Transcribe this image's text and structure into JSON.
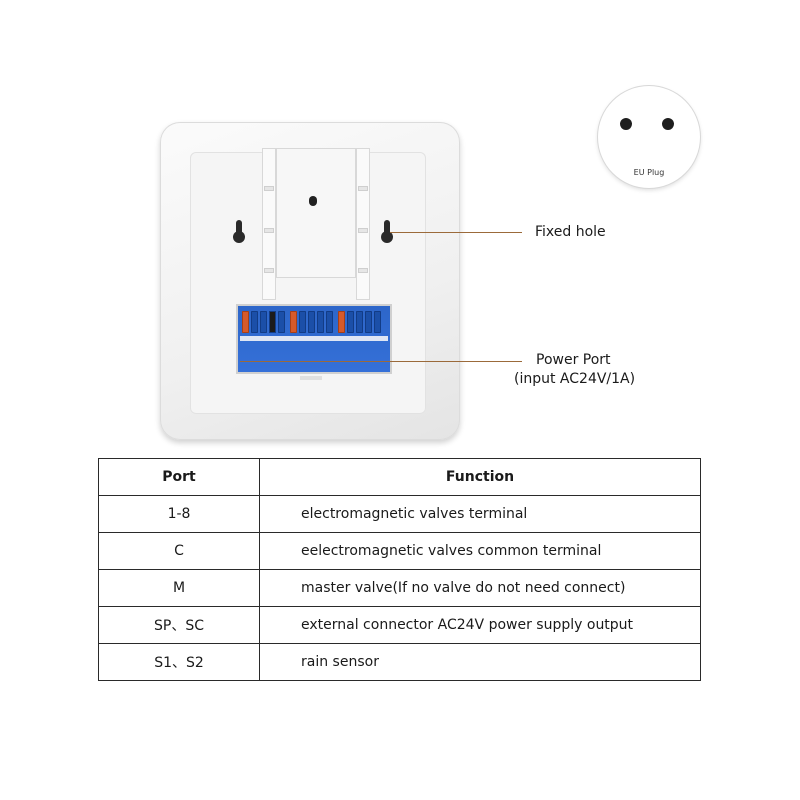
{
  "callouts": {
    "fixed_hole": "Fixed hole",
    "power_port_line1": "Power Port",
    "power_port_line2": "(input AC24V/1A)"
  },
  "plug": {
    "label": "EU Plug"
  },
  "table": {
    "headers": [
      "Port",
      "Function"
    ],
    "rows": [
      {
        "port": "1-8",
        "function": "electromagnetic valves terminal"
      },
      {
        "port": "C",
        "function": "eelectromagnetic valves  common terminal"
      },
      {
        "port": "M",
        "function": "master valve(If no valve do not need connect)"
      },
      {
        "port": "SP、SC",
        "function": "external connector AC24V power supply output"
      },
      {
        "port": "S1、S2",
        "function": "rain sensor"
      }
    ]
  },
  "colors": {
    "terminal_blue": "#2d66c9",
    "terminal_red": "#d65a2a",
    "leader_line": "#9b6a3a"
  }
}
